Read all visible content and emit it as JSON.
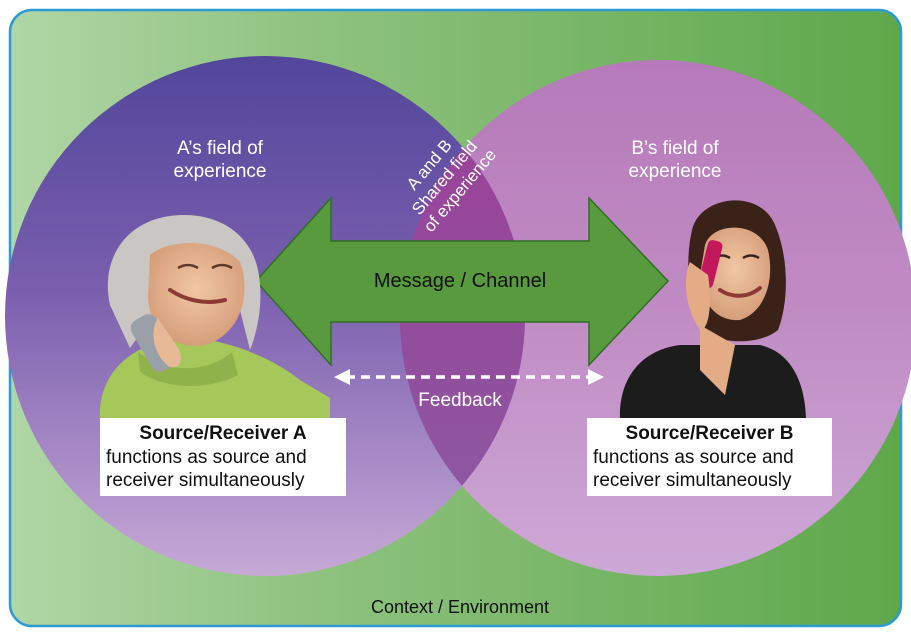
{
  "fields": {
    "a_line1": "A’s field of",
    "a_line2": "experience",
    "b_line1": "B’s field of",
    "b_line2": "experience",
    "shared_line1": "A and B",
    "shared_line2": "Shared field",
    "shared_line3": "of experience"
  },
  "arrows": {
    "message": "Message / Channel",
    "feedback": "Feedback"
  },
  "sources": {
    "a": {
      "title": "Source/Receiver A",
      "desc": "functions as source and\nreceiver simultaneously"
    },
    "b": {
      "title": "Source/Receiver B",
      "desc": "functions as source and\nreceiver simultaneously"
    }
  },
  "context": "Context / Environment",
  "colors": {
    "border": "#2d9bd1",
    "background_green": "#8ec27f",
    "a_field_purple": "#52469b",
    "b_field_pink": "#b67aba",
    "overlap_magenta": "#a33f96",
    "arrow_green": "#5a9a3f"
  }
}
